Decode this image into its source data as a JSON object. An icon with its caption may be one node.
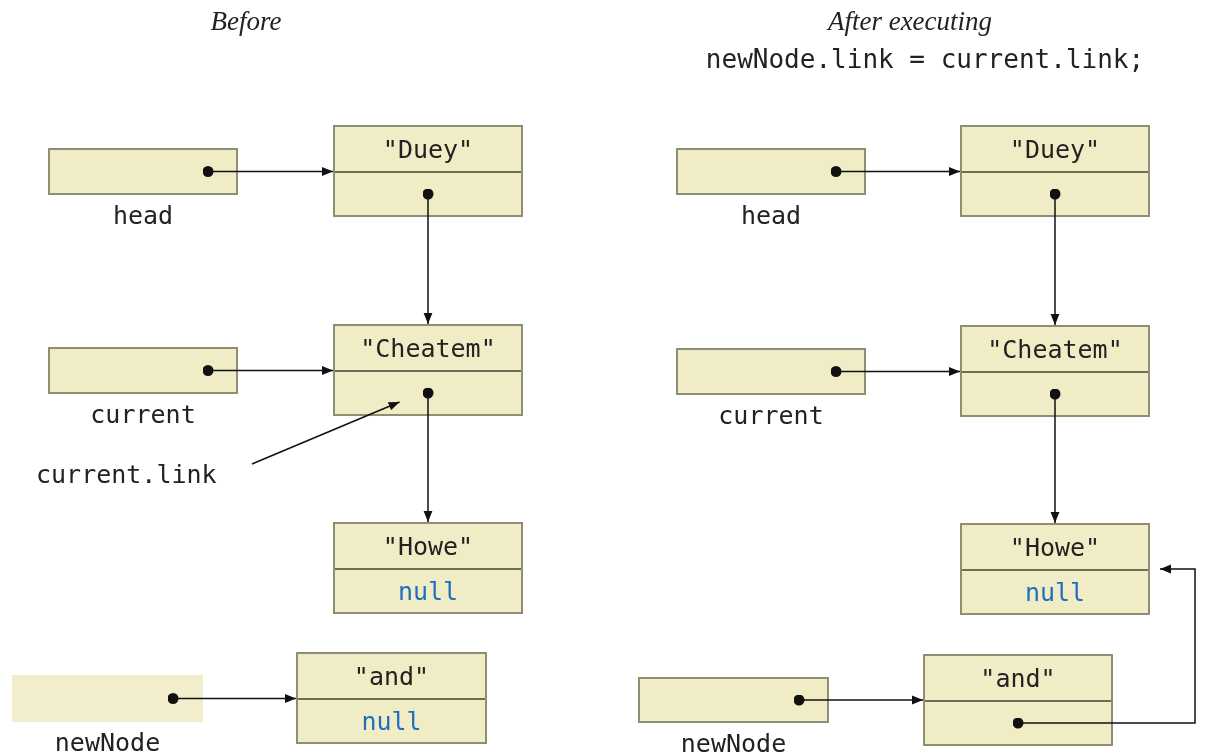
{
  "diagram": {
    "nodes": [
      {
        "text": [],
        "shape": "box",
        "beside": [
          "head"
        ]
      },
      {
        "text": [
          "\"Duey\""
        ]
      },
      {
        "text": [],
        "shape": "box",
        "beside": [
          "current"
        ]
      },
      {
        "text": [
          "\"Cheatem\""
        ]
      },
      {
        "text": [
          "current.link"
        ]
      },
      {
        "text": [
          "\"Howe\"",
          "null"
        ]
      },
      {
        "text": [],
        "shape": "box",
        "beside": [
          "newNode"
        ]
      },
      {
        "text": [
          "\"and\"",
          "null"
        ]
      },
      {
        "text": [],
        "shape": "box",
        "beside": [
          "head"
        ]
      },
      {
        "text": [
          "\"Duey\""
        ]
      },
      {
        "text": [],
        "shape": "box",
        "beside": [
          "current"
        ]
      },
      {
        "text": [
          "\"Cheatem\""
        ]
      },
      {
        "text": [
          "\"Howe\"",
          "null"
        ]
      },
      {
        "text": [],
        "shape": "box",
        "beside": [
          "newNode"
        ]
      },
      {
        "text": [
          "\"and\""
        ]
      }
    ],
    "edges": [
      {
        "from": 0,
        "to": 1,
        "arrow": "to"
      },
      {
        "from": 1,
        "to": 3,
        "arrow": "to"
      },
      {
        "from": 2,
        "to": 3,
        "arrow": "to"
      },
      {
        "from": 4,
        "to": 3,
        "arrow": "to"
      },
      {
        "from": 3,
        "to": 5,
        "arrow": "to"
      },
      {
        "from": 6,
        "to": 7,
        "arrow": "to"
      },
      {
        "from": 8,
        "to": 9,
        "arrow": "to"
      },
      {
        "from": 9,
        "to": 11,
        "arrow": "to"
      },
      {
        "from": 10,
        "to": 11,
        "arrow": "to"
      },
      {
        "from": 11,
        "to": 12,
        "arrow": "to"
      },
      {
        "from": 13,
        "to": 14,
        "arrow": "to"
      },
      {
        "from": 14,
        "to": 12,
        "arrow": "to"
      }
    ],
    "labels": [
      "Before",
      "After executing",
      "newNode.link = current.link;"
    ]
  }
}
